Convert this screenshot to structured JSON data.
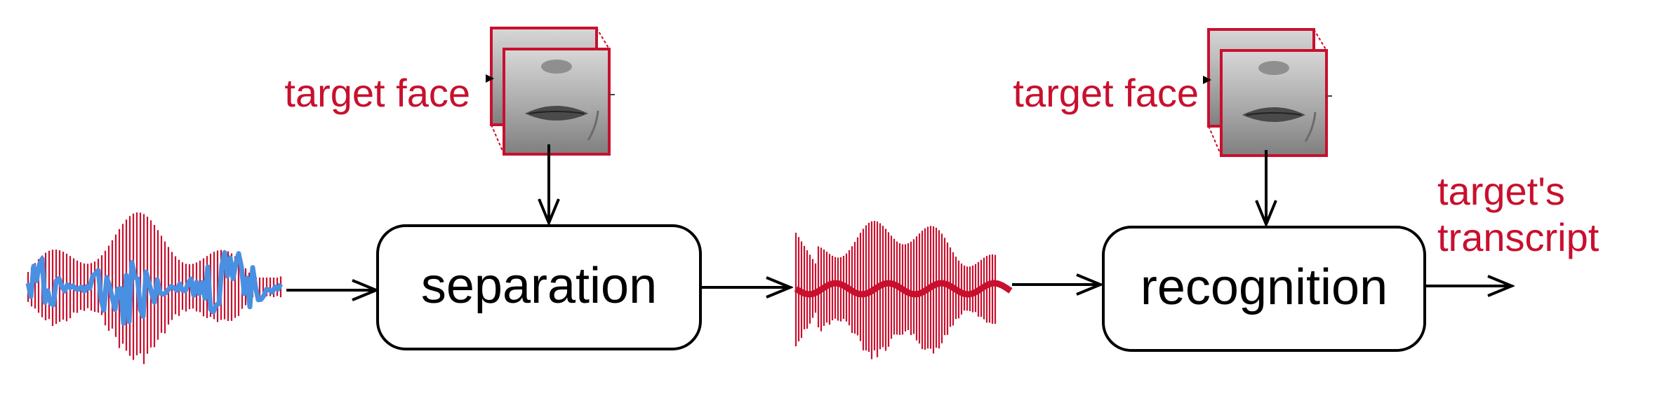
{
  "diagram": {
    "left_face_label": "target face",
    "right_face_label": "target face",
    "separation_label": "separation",
    "recognition_label": "recognition",
    "output_label_line1": "target's",
    "output_label_line2": "transcript"
  },
  "colors": {
    "accent_red": "#c8102e",
    "waveform_blue": "#4a90e2",
    "stroke": "#000000"
  },
  "icons": [
    "face-thumbnail",
    "waveform-mixed",
    "waveform-separated",
    "arrow"
  ]
}
